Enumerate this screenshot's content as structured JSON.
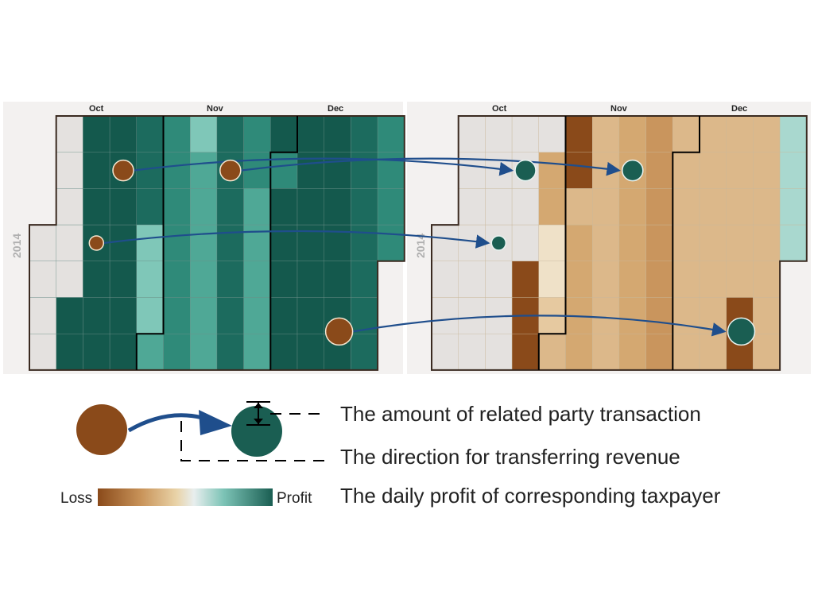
{
  "chart_data": [
    {
      "type": "heatmap",
      "year_label": "2014",
      "months": [
        "Oct",
        "Nov",
        "Dec"
      ],
      "cells": [
        [
          "ltgray",
          "ltgray",
          "ltgray",
          "ltgray",
          "ltgray",
          "ltgray",
          "ltgray",
          "ltgray",
          "ltgray",
          "ltgray",
          "ltgray",
          "ltgray",
          "ltgray",
          "ltgray"
        ],
        [
          "ltgray",
          "ltgray",
          "ltgray",
          "ltgray",
          "ltgray",
          "ltgray",
          "ltgray",
          "ltgray",
          "ltgray",
          "ltgray",
          "ltgray",
          "ltgray",
          "ltgray",
          "ltgray"
        ],
        [
          "ltgray",
          "ltgray",
          "ltgray",
          "ltgray",
          "ltgray",
          "ltgray",
          "ltgray",
          "ltgray",
          "ltgray",
          "ltgray",
          "ltgray",
          "ltgray",
          "ltgray",
          "ltgray"
        ],
        [
          "ltgray",
          "ltgray",
          "ltgray",
          "ltgray",
          "ltgray",
          "ltgray",
          "ltgray",
          "ltgray",
          "ltgray",
          "ltgray",
          "ltgray",
          "ltgray",
          "ltgray",
          "ltgray"
        ],
        [
          "ltgray",
          "ltgray",
          "ltgray",
          "ltgray",
          "ltgray",
          "ltgray",
          "ltgray",
          "ltgray",
          "ltgray",
          "ltgray",
          "ltgray",
          "ltgray",
          "ltgray",
          "ltgray"
        ],
        [
          "ltgray",
          "ltgray",
          "ltgray",
          "ltgray",
          "ltgray",
          "ltgray",
          "ltgray",
          "ltgray",
          "ltgray",
          "ltgray",
          "ltgray",
          "ltgray",
          "ltgray",
          "ltgray"
        ],
        [
          "ltgray",
          "ltgray",
          "ltgray",
          "ltgray",
          "ltgray",
          "ltgray",
          "ltgray",
          "ltgray",
          "ltgray",
          "ltgray",
          "ltgray",
          "ltgray",
          "ltgray",
          "ltgray"
        ]
      ],
      "dots": [
        {
          "week": 4,
          "day": 2,
          "size": "medium"
        },
        {
          "week": 8,
          "day": 2,
          "size": "medium"
        },
        {
          "week": 3,
          "day": 4,
          "size": "small"
        },
        {
          "week": 12,
          "day": 6,
          "size": "large"
        }
      ]
    },
    {
      "type": "heatmap",
      "year_label": "2014",
      "months": [
        "Oct",
        "Nov",
        "Dec"
      ],
      "dots": [
        {
          "week": 4,
          "day": 2,
          "size": "medium"
        },
        {
          "week": 8,
          "day": 2,
          "size": "medium"
        },
        {
          "week": 3,
          "day": 4,
          "size": "small"
        },
        {
          "week": 12,
          "day": 6,
          "size": "large"
        }
      ]
    }
  ],
  "legend": {
    "amount_label": "The amount of related party transaction",
    "direction_label": "The direction for transferring revenue",
    "profit_label": "The daily profit of corresponding taxpayer",
    "loss_text": "Loss",
    "profit_text": "Profit"
  },
  "colors": {
    "loss": "#8a4a1a",
    "profit": "#1a5e52",
    "arrow": "#1f4e8c",
    "tan": "#dcb88a",
    "grid_gray": "#e4e1df",
    "teal_light": "#9ed3cb"
  }
}
